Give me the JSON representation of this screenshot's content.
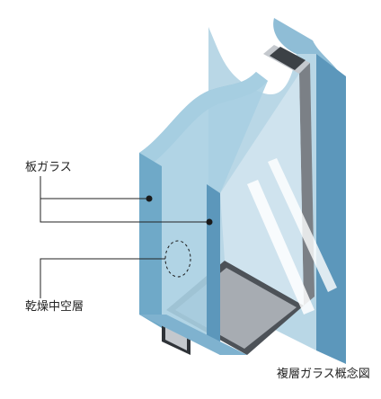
{
  "labels": {
    "flat_glass": "板ガラス",
    "dry_air_layer": "乾燥中空層",
    "caption": "複層ガラス概念図"
  },
  "colors": {
    "glass_face": "#9cc6dc",
    "glass_edge": "#6fa9c8",
    "glass_side": "#5c97bb",
    "inner_pane": "#cfe3ee",
    "frame_top": "#c4c8cd",
    "frame_shadow": "#4d5258",
    "leader_line": "#222222",
    "dot": "#1a1a1a"
  }
}
